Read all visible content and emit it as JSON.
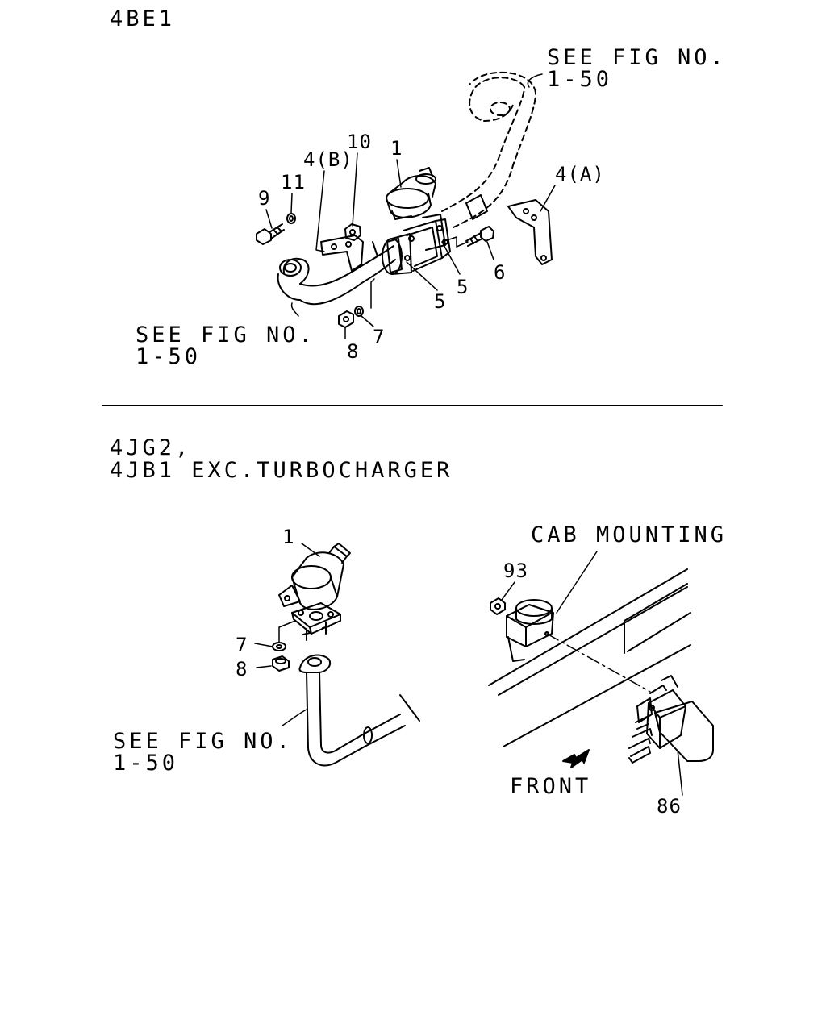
{
  "diagram": {
    "sections": [
      {
        "engine": "4BE1",
        "references": [
          {
            "lines": [
              "SEE FIG NO.",
              "1-50"
            ]
          },
          {
            "lines": [
              "SEE FIG NO.",
              "1-50"
            ]
          }
        ],
        "callouts": [
          "10",
          "1",
          "4(B)",
          "11",
          "9",
          "4(A)",
          "6",
          "5",
          "5",
          "8",
          "7"
        ]
      },
      {
        "engine_lines": [
          "4JG2,",
          "4JB1 EXC.TURBOCHARGER"
        ],
        "references": [
          {
            "lines": [
              "SEE FIG NO.",
              "1-50"
            ]
          }
        ],
        "callouts": [
          "1",
          "7",
          "8",
          "93",
          "86"
        ],
        "labels": {
          "cab_mounting": "CAB MOUNTING",
          "front": "FRONT"
        }
      }
    ]
  }
}
